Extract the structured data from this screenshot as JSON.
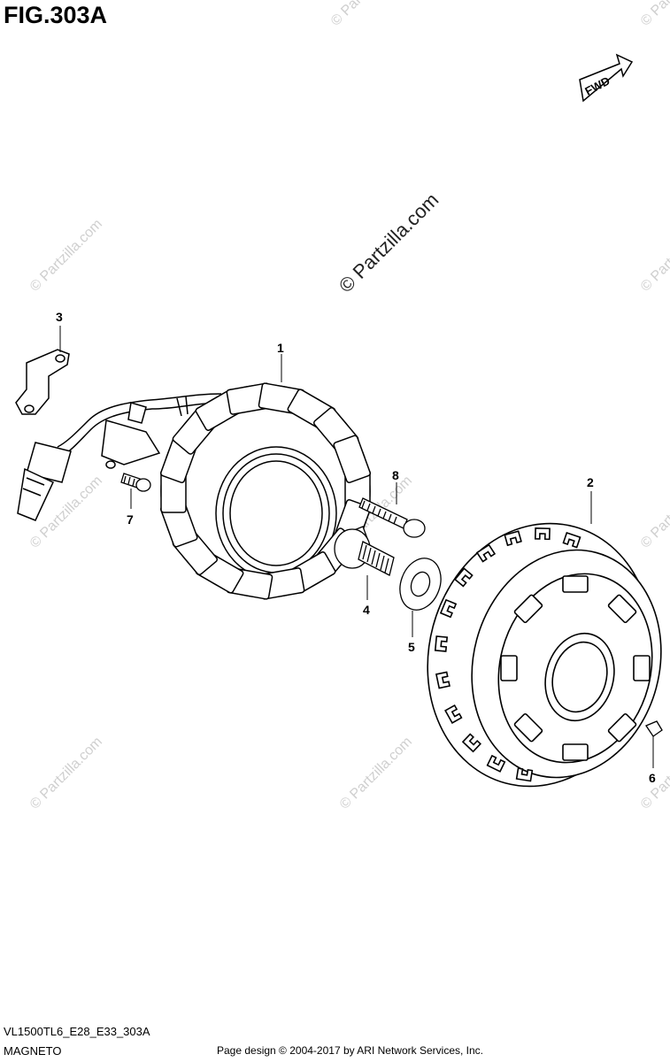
{
  "figure": {
    "title": "FIG.303A",
    "model_code": "VL1500TL6_E28_E33_303A",
    "section_name": "MAGNETO",
    "footer": "Page design © 2004-2017 by ARI Network Services, Inc.",
    "fwd_label": "FWD"
  },
  "watermark": {
    "main": "© Partzilla.com",
    "repeat": "© Partzilla.com"
  },
  "callouts": [
    {
      "label": "1",
      "part": "stator"
    },
    {
      "label": "2",
      "part": "rotor"
    },
    {
      "label": "3",
      "part": "clamp"
    },
    {
      "label": "4",
      "part": "bolt"
    },
    {
      "label": "5",
      "part": "washer"
    },
    {
      "label": "6",
      "part": "key"
    },
    {
      "label": "7",
      "part": "screw"
    },
    {
      "label": "8",
      "part": "bolt"
    }
  ],
  "colors": {
    "line": "#000000",
    "watermark": "#cfcfcf",
    "background": "#ffffff"
  }
}
